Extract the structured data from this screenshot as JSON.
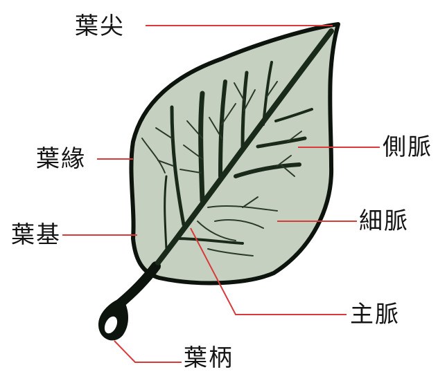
{
  "diagram": {
    "labels": {
      "tip": "葉尖",
      "margin": "葉緣",
      "base": "葉基",
      "petiole": "葉柄",
      "lateral_vein": "側脈",
      "fine_vein": "細脈",
      "main_vein": "主脈"
    },
    "colors": {
      "leaf_fill": "#c6d0c0",
      "leaf_outline": "#0d140d",
      "vein": "#1a2a1a",
      "leader_line": "#d83a3a"
    }
  }
}
